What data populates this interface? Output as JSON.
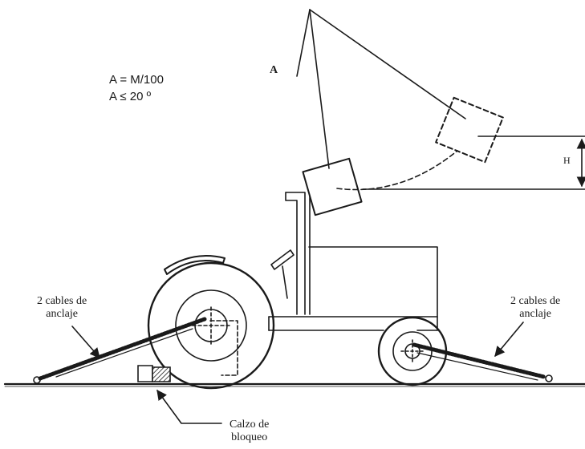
{
  "formula": {
    "line1": "A = M/100",
    "line2": "A ≤ 20 º"
  },
  "labels": {
    "angle": "A",
    "height": "H",
    "cables_left_line1": "2 cables de",
    "cables_left_line2": "anclaje",
    "cables_right_line1": "2 cables de",
    "cables_right_line2": "anclaje",
    "chock_line1": "Calzo de",
    "chock_line2": "bloqueo"
  },
  "colors": {
    "ink": "#1a1a1a",
    "background": "#ffffff"
  }
}
